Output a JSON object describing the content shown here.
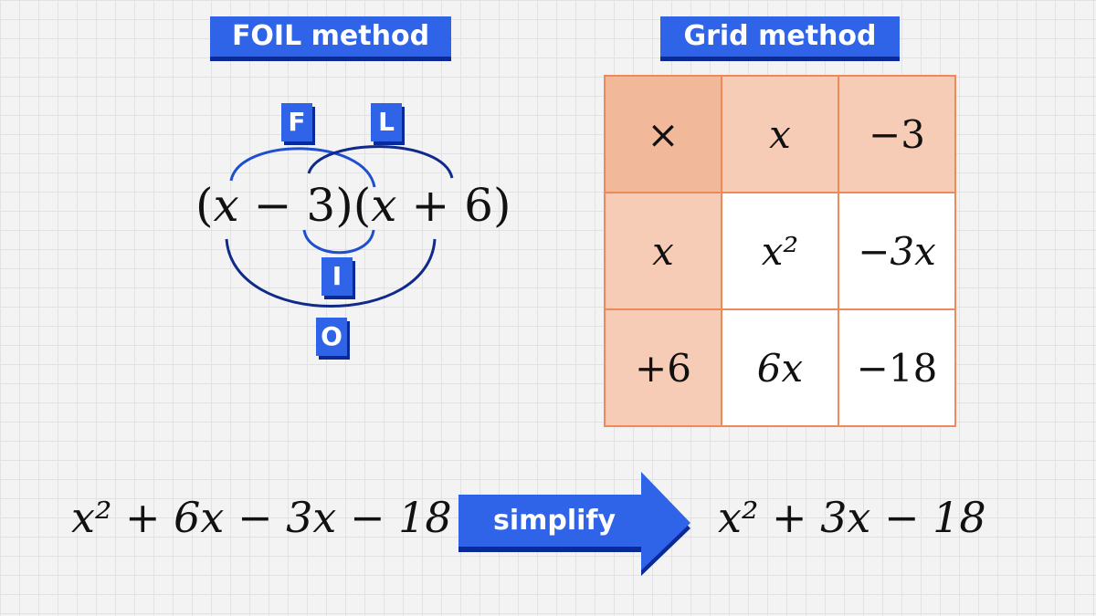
{
  "foil": {
    "title": "FOIL method",
    "letters": {
      "f": "F",
      "o": "O",
      "i": "I",
      "l": "L"
    },
    "expression": {
      "open1": "(",
      "x1": "x",
      "op1": " − 3",
      "close1": ")",
      "open2": "(",
      "x2": "x",
      "op2": " + 6",
      "close2": ")"
    }
  },
  "grid": {
    "title": "Grid method",
    "rows": [
      [
        "×",
        "x",
        "−3"
      ],
      [
        "x",
        "x²",
        "−3x"
      ],
      [
        "+6",
        "6x",
        "−18"
      ]
    ]
  },
  "expanded": "x² + 6x − 3x − 18",
  "arrow_label": "simplify",
  "result": "x² + 3x − 18",
  "colors": {
    "accent": "#2f64e8",
    "arc": "#1a3fb0",
    "grid_border": "#ee8a5a",
    "grid_header": "#f6ccb7"
  }
}
